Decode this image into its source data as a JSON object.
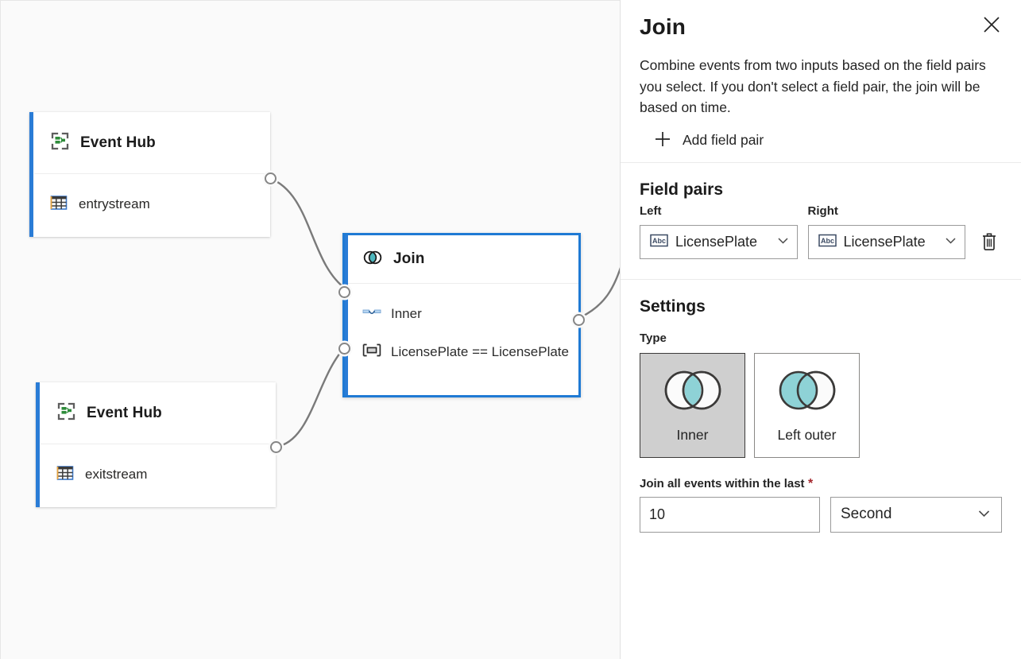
{
  "canvas": {
    "nodes": [
      {
        "id": "event-hub-entry",
        "title": "Event Hub",
        "icon": "event-hub-icon",
        "stream": "entrystream",
        "stream_icon": "table-icon"
      },
      {
        "id": "event-hub-exit",
        "title": "Event Hub",
        "icon": "event-hub-icon",
        "stream": "exitstream",
        "stream_icon": "table-icon"
      },
      {
        "id": "join",
        "title": "Join",
        "icon": "join-venn-icon",
        "type_row": "Inner",
        "type_row_icon": "join-type-icon",
        "condition_row": "LicensePlate == LicensePlate",
        "condition_row_icon": "field-pair-icon",
        "selected": true
      }
    ],
    "accent_color": "#2a7cd6",
    "selection_color": "#1f7ad4",
    "background_color": "#fafafa",
    "edge_color": "#7a7a7a"
  },
  "panel": {
    "title": "Join",
    "close_label": "Close",
    "close_icon": "close-icon",
    "description": "Combine events from two inputs based on the field pairs you select. If you don't select a field pair, the join will be based on time.",
    "add_field_pair": {
      "label": "Add field pair",
      "icon": "plus-icon"
    },
    "field_pairs": {
      "heading": "Field pairs",
      "left_label": "Left",
      "right_label": "Right",
      "rows": [
        {
          "left_value": "LicensePlate",
          "left_icon": "abc-string-icon",
          "right_value": "LicensePlate",
          "right_icon": "abc-string-icon",
          "delete_icon": "trash-icon"
        }
      ]
    },
    "settings": {
      "heading": "Settings",
      "type_label": "Type",
      "types": [
        {
          "label": "Inner",
          "icon": "venn-inner-icon",
          "selected": true
        },
        {
          "label": "Left outer",
          "icon": "venn-left-outer-icon",
          "selected": false
        }
      ],
      "window": {
        "label": "Join all events within the last",
        "required_marker": "*",
        "value": "10",
        "placeholder": "",
        "unit": "Second",
        "unit_chevron_icon": "chevron-down-icon"
      }
    },
    "accent_teal": "#4db6bd",
    "required_color": "#a4262c"
  }
}
